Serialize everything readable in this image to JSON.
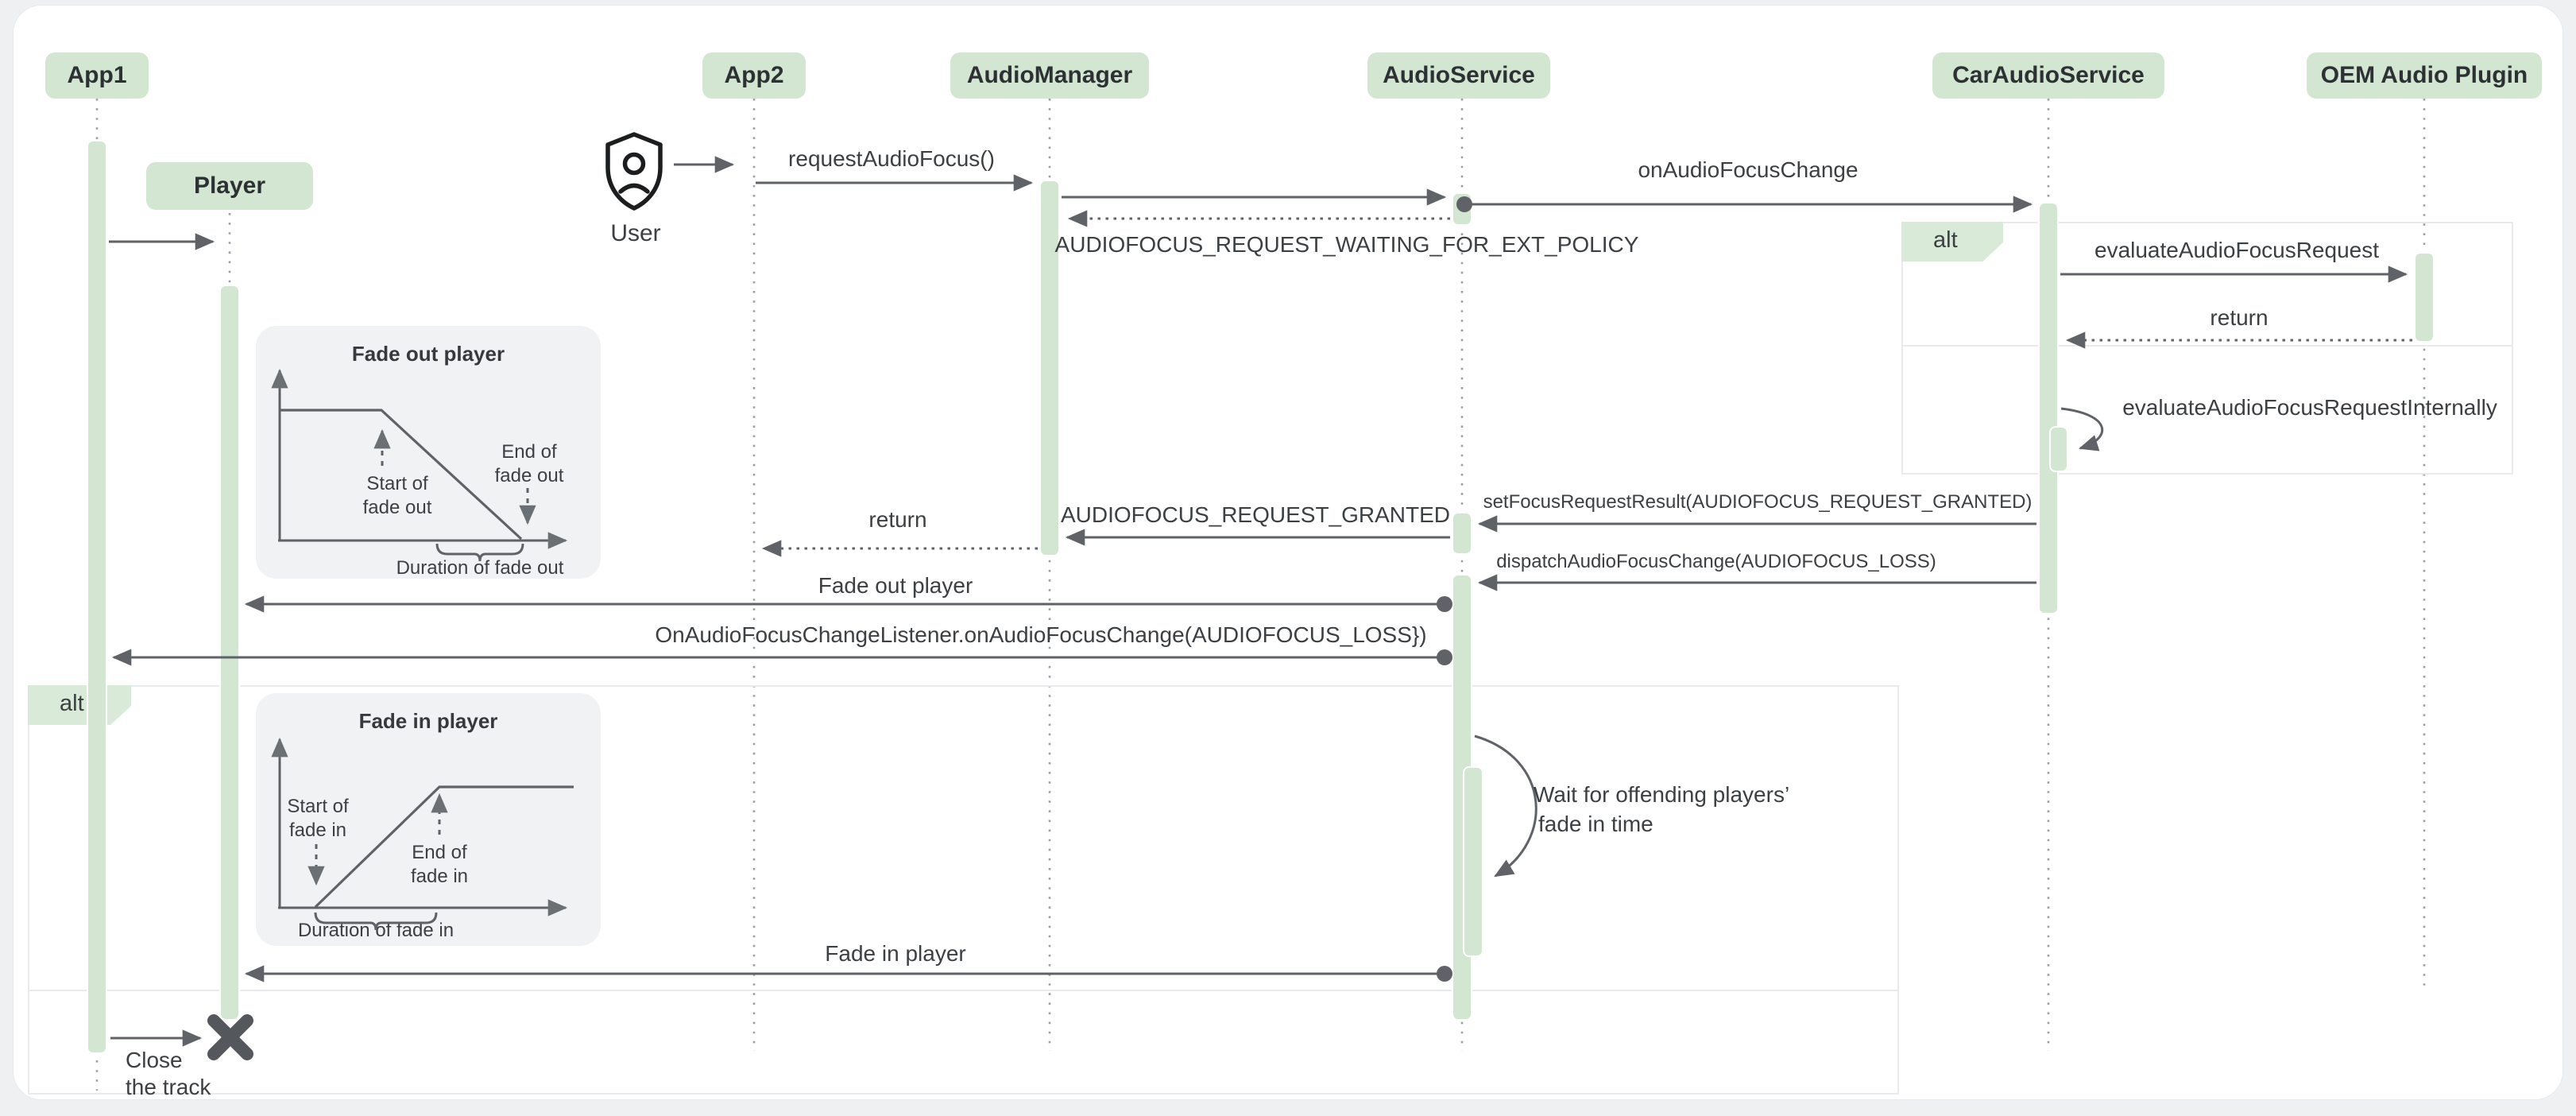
{
  "colors": {
    "accent_green": "#d3e6d2",
    "arrow_gray": "#5f6368",
    "lifeline_gray": "#9aa0a6",
    "fragment_border": "#e8eaed",
    "inset_bg": "#f0f2f4",
    "canvas_bg": "#ffffff",
    "outer_bg": "#eef0f2",
    "text": "#3c4043"
  },
  "participants": [
    {
      "label": "App1"
    },
    {
      "label": "App2"
    },
    {
      "label": "AudioManager"
    },
    {
      "label": "AudioService"
    },
    {
      "label": "CarAudioService"
    },
    {
      "label": "OEM Audio Plugin"
    }
  ],
  "player_label": "Player",
  "user_label": "User",
  "icons": {
    "user_icon": "shield-person-icon",
    "destroy_icon": "x-destroy-icon"
  },
  "fragments": {
    "left_alt": "alt",
    "right_alt": "alt"
  },
  "messages": {
    "request_audio_focus": "requestAudioFocus()",
    "on_audio_focus_change": "onAudioFocusChange",
    "waiting": "AUDIOFOCUS_REQUEST_WAITING_FOR_EXT_POLICY",
    "evaluate_request": "evaluateAudioFocusRequest",
    "return_oem": "return",
    "evaluate_internally": "evaluateAudioFocusRequestInternally",
    "set_focus_result": "setFocusRequestResult(AUDIOFOCUS_REQUEST_GRANTED)",
    "request_granted": "AUDIOFOCUS_REQUEST_GRANTED",
    "return_app2": "return",
    "dispatch_loss": "dispatchAudioFocusChange(AUDIOFOCUS_LOSS)",
    "fade_out_player": "Fade out player",
    "focus_listener": "OnAudioFocusChangeListener.onAudioFocusChange(AUDIOFOCUS_LOSS})",
    "wait_note_line1": "Wait for offending players’",
    "wait_note_line2": "fade in time",
    "fade_in_player": "Fade in player",
    "close_line1": "Close",
    "close_line2": "the track"
  },
  "insets": {
    "fade_out": {
      "title": "Fade out player",
      "start_line1": "Start of",
      "start_line2": "fade out",
      "end_line1": "End of",
      "end_line2": "fade out",
      "duration": "Duration of fade out"
    },
    "fade_in": {
      "title": "Fade in player",
      "start_line1": "Start of",
      "start_line2": "fade in",
      "end_line1": "End of",
      "end_line2": "fade in",
      "duration": "Duration of fade in"
    }
  }
}
